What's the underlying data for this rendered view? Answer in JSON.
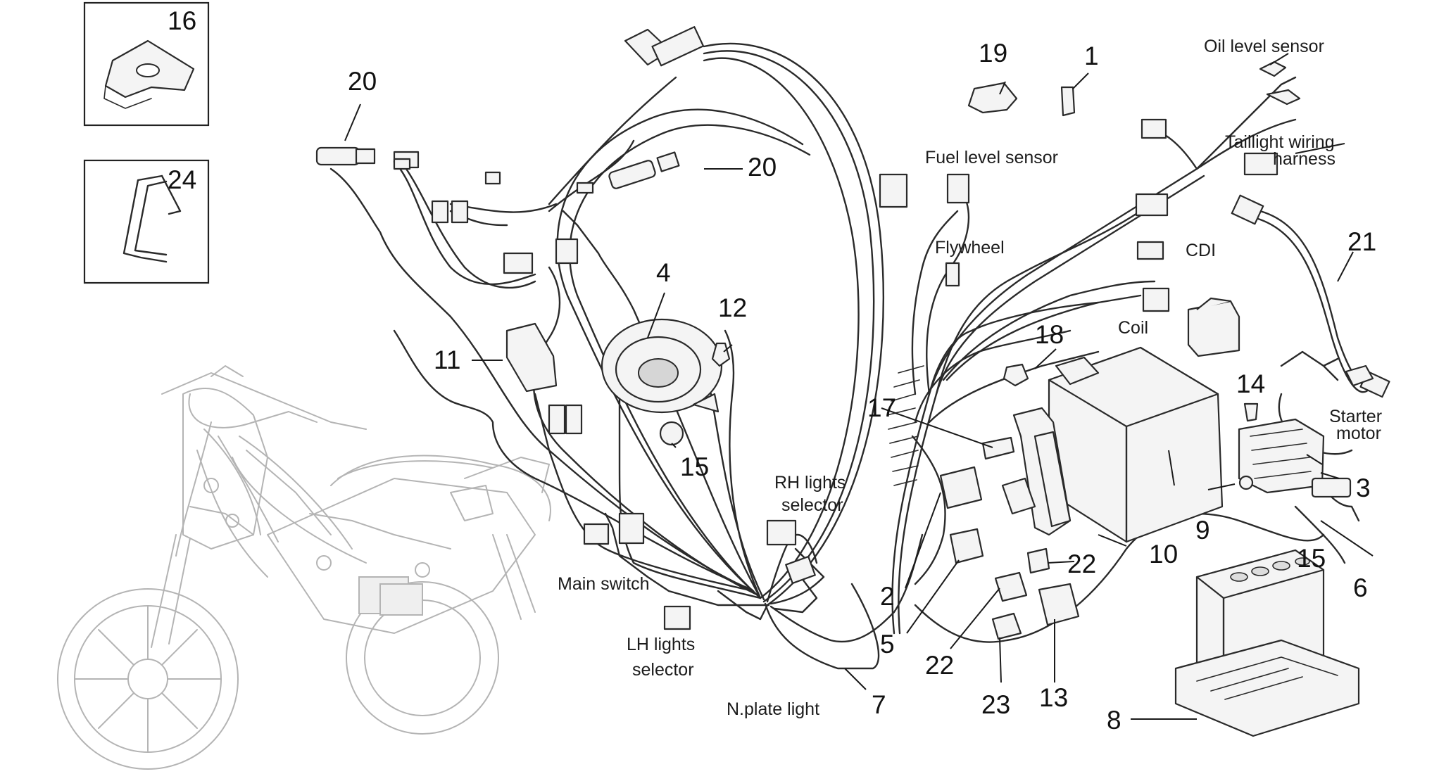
{
  "callouts": {
    "n1": "1",
    "n2": "2",
    "n3": "3",
    "n4": "4",
    "n5": "5",
    "n6": "6",
    "n7": "7",
    "n8": "8",
    "n9": "9",
    "n10": "10",
    "n11": "11",
    "n12": "12",
    "n13": "13",
    "n14": "14",
    "n15a": "15",
    "n15b": "15",
    "n16": "16",
    "n17": "17",
    "n18": "18",
    "n19": "19",
    "n20a": "20",
    "n20b": "20",
    "n21": "21",
    "n22a": "22",
    "n22b": "22",
    "n23": "23",
    "n24": "24"
  },
  "labels": {
    "oil_level_sensor": "Oil level sensor",
    "taillight_line1": "Taillight wiring",
    "taillight_line2": "harness",
    "fuel_level_sensor": "Fuel level sensor",
    "flywheel": "Flywheel",
    "cdi": "CDI",
    "coil": "Coil",
    "starter_line1": "Starter",
    "starter_line2": "motor",
    "rh_lights_line1": "RH lights",
    "rh_lights_line2": "selector",
    "main_switch": "Main switch",
    "lh_lights_line1": "LH lights",
    "lh_lights_line2": "selector",
    "nplate_light": "N.plate light"
  }
}
